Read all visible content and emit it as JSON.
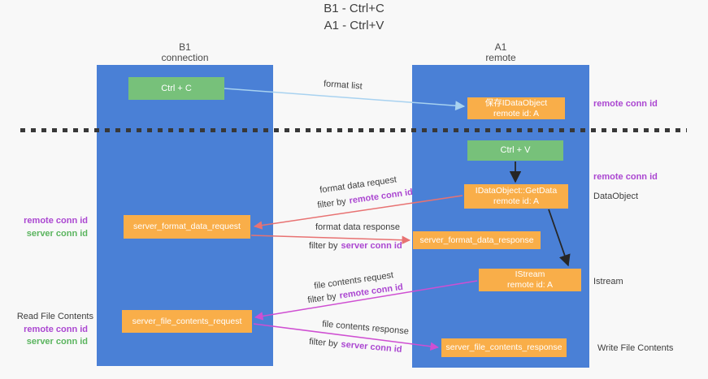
{
  "title": {
    "lines": [
      "B1 - Ctrl+C",
      "A1 - Ctrl+V"
    ]
  },
  "lifelines": {
    "left": {
      "name": "B1",
      "role": "connection"
    },
    "right": {
      "name": "A1",
      "role": "remote"
    }
  },
  "boxes": {
    "ctrl_c": {
      "label": "Ctrl + C"
    },
    "ctrl_v": {
      "label": "Ctrl + V"
    },
    "save_idataobject": {
      "line1": "保存IDataObject",
      "line2": "remote id: A"
    },
    "getdata": {
      "line1": "IDataObject::GetData",
      "line2": "remote id: A"
    },
    "istream": {
      "line1": "IStream",
      "line2": "remote id: A"
    },
    "server_format_data_request": {
      "label": "server_format_data_request"
    },
    "server_format_data_response": {
      "label": "server_format_data_response"
    },
    "server_file_contents_request": {
      "label": "server_file_contents_request"
    },
    "server_file_contents_response": {
      "label": "server_file_contents_response"
    }
  },
  "labels": {
    "format_list": "format list",
    "filter_by": "filter by",
    "format_data_request": "format data request",
    "format_data_response": "format data response",
    "file_contents_request": "file contents request",
    "file_contents_response": "file contents response",
    "remote_conn_id": "remote conn id",
    "server_conn_id": "server conn id",
    "dataobject": "DataObject",
    "istream": "Istream",
    "read_file_contents": "Read File Contents",
    "write_file_contents": "Write File Contents"
  },
  "colors": {
    "background": "#f8f8f8",
    "lifeline_blue": "#4a80d6",
    "box_green": "#77c17a",
    "box_orange": "#f9ae49",
    "arrow_lightblue": "#a8d2f0",
    "arrow_black": "#262626",
    "arrow_red": "#e87272",
    "arrow_magenta": "#cf4fd2",
    "label_purple": "#ab47d1",
    "label_green": "#5ab45e",
    "text_dark": "#3d3d3d"
  }
}
